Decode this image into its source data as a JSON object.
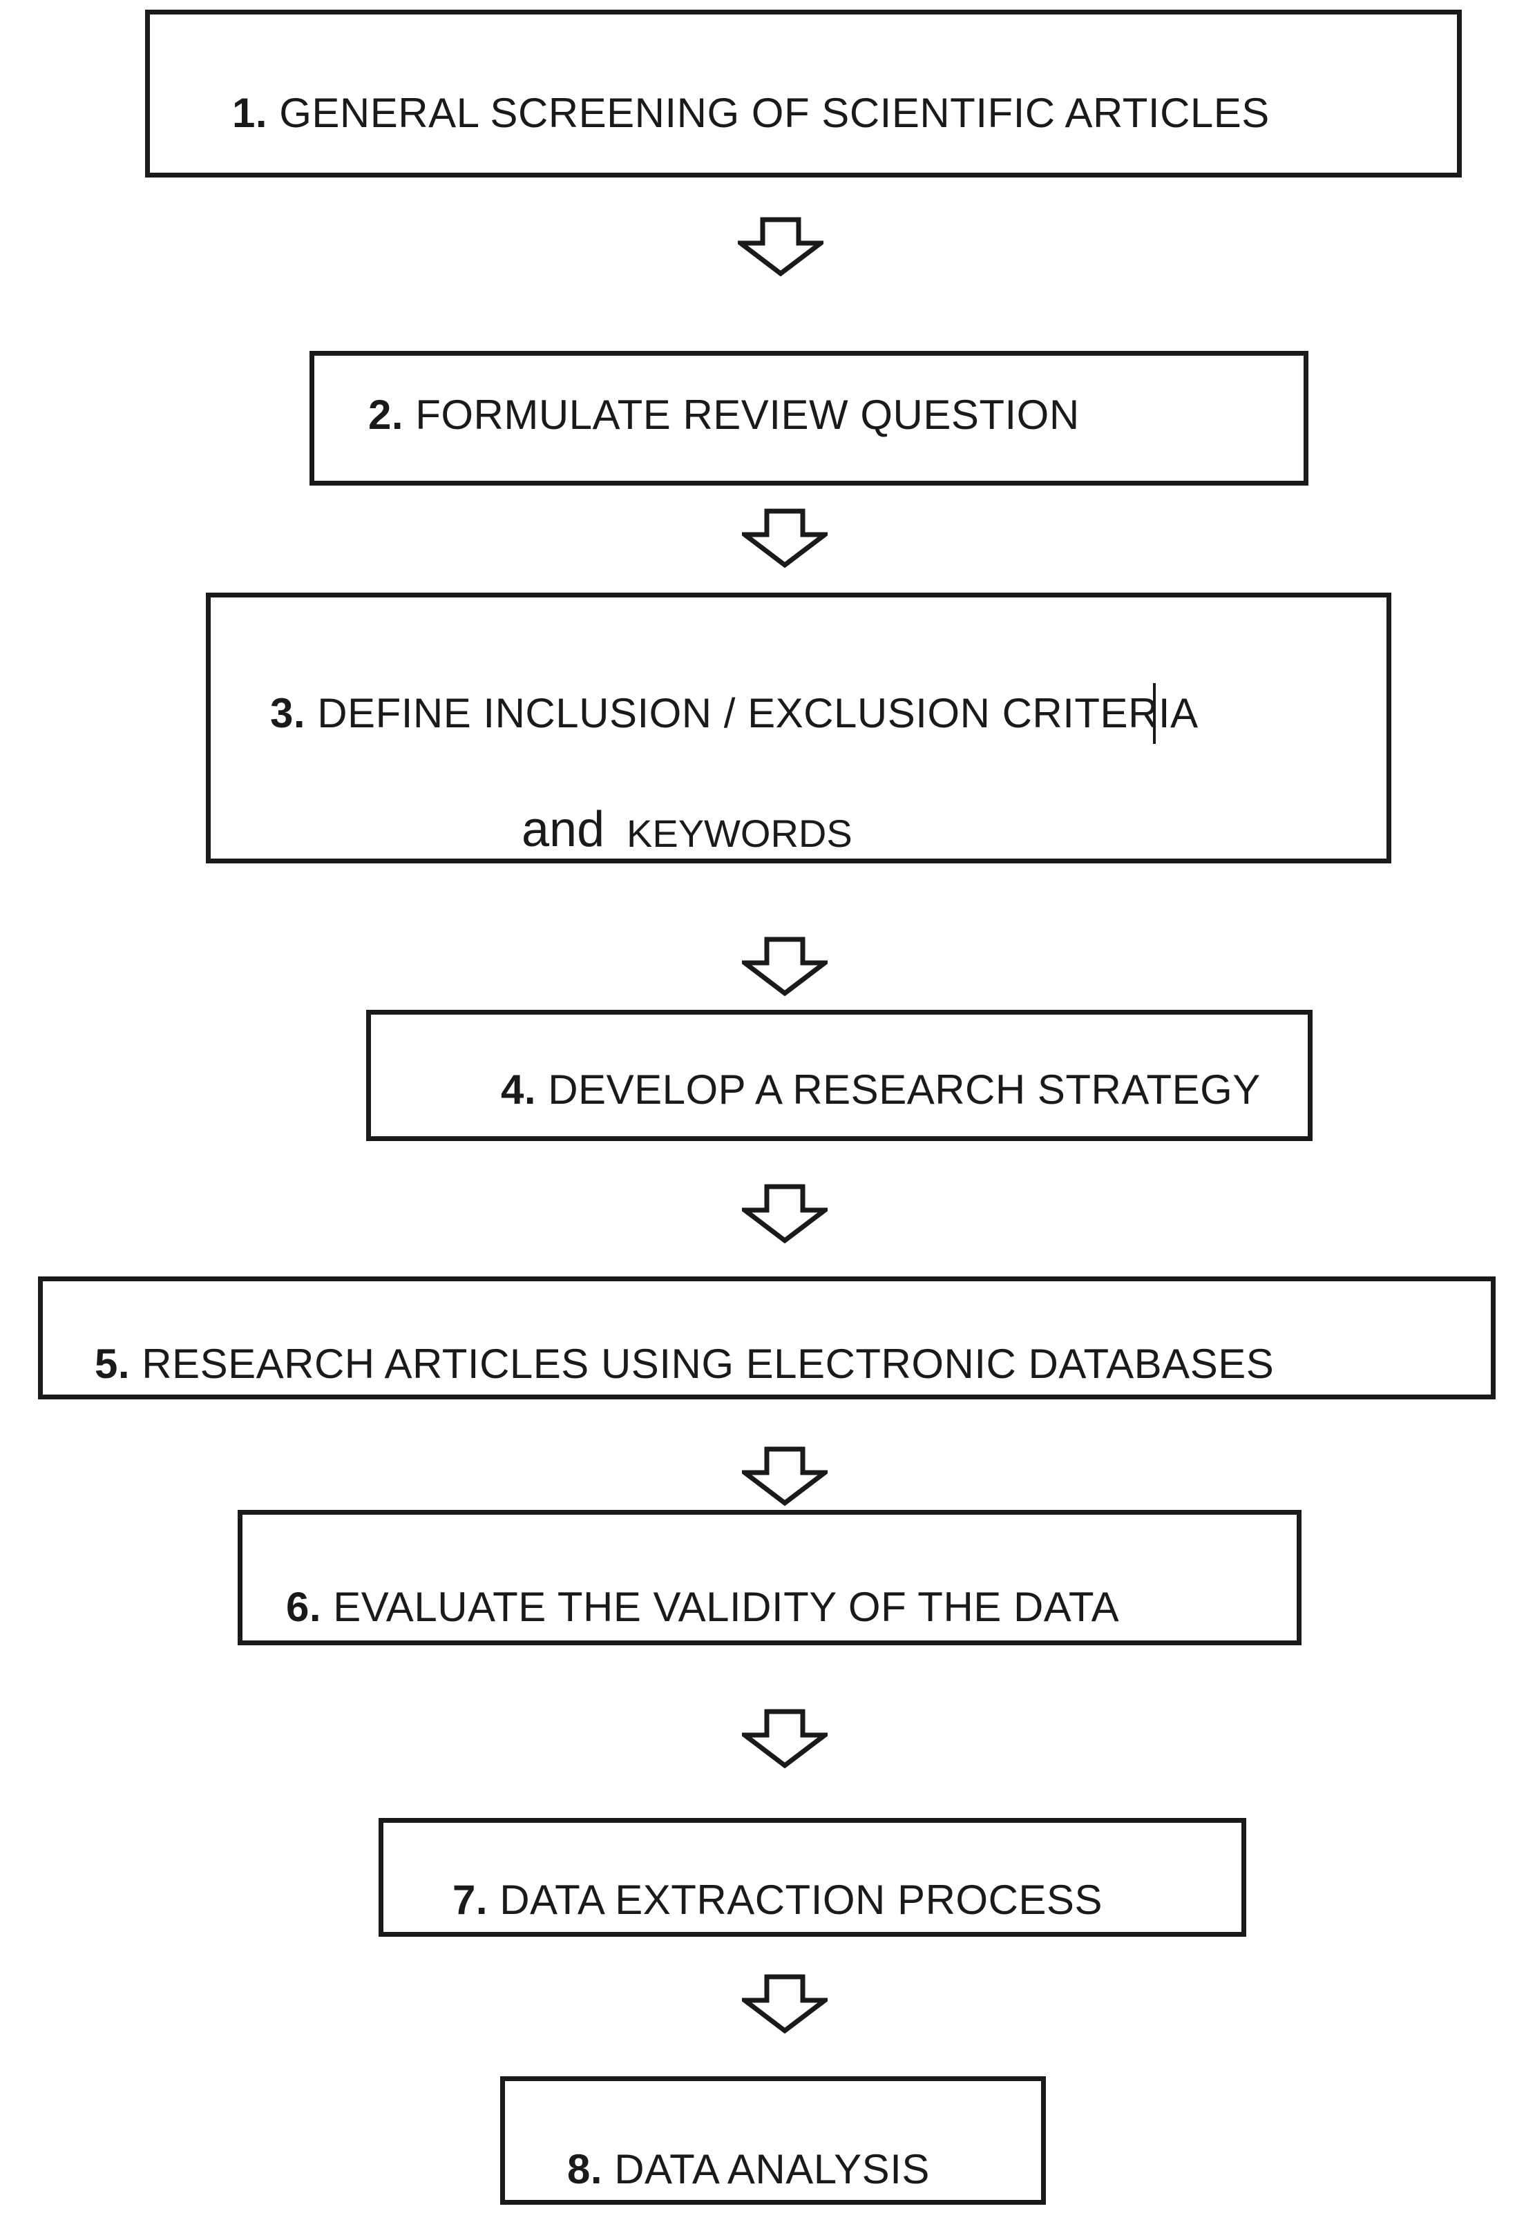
{
  "diagram": {
    "steps": [
      {
        "number": "1.",
        "text": "GENERAL SCREENING OF SCIENTIFIC ARTICLES"
      },
      {
        "number": "2.",
        "text": "FORMULATE REVIEW QUESTION"
      },
      {
        "number": "3.",
        "text": "DEFINE INCLUSION / EXCLUSION CRITERIA",
        "line2_connector": "and",
        "line2_text": "KEYWORDS"
      },
      {
        "number": "4.",
        "text": "DEVELOP A RESEARCH STRATEGY"
      },
      {
        "number": "5.",
        "text": "RESEARCH ARTICLES USING ELECTRONIC DATABASES"
      },
      {
        "number": "6.",
        "text": "EVALUATE THE VALIDITY OF THE DATA"
      },
      {
        "number": "7.",
        "text": "DATA EXTRACTION PROCESS"
      },
      {
        "number": "8.",
        "text": "DATA ANALYSIS"
      }
    ],
    "connector_icon": "down-arrow-outline-icon",
    "colors": {
      "stroke": "#1a1a1a",
      "background": "#ffffff"
    }
  }
}
